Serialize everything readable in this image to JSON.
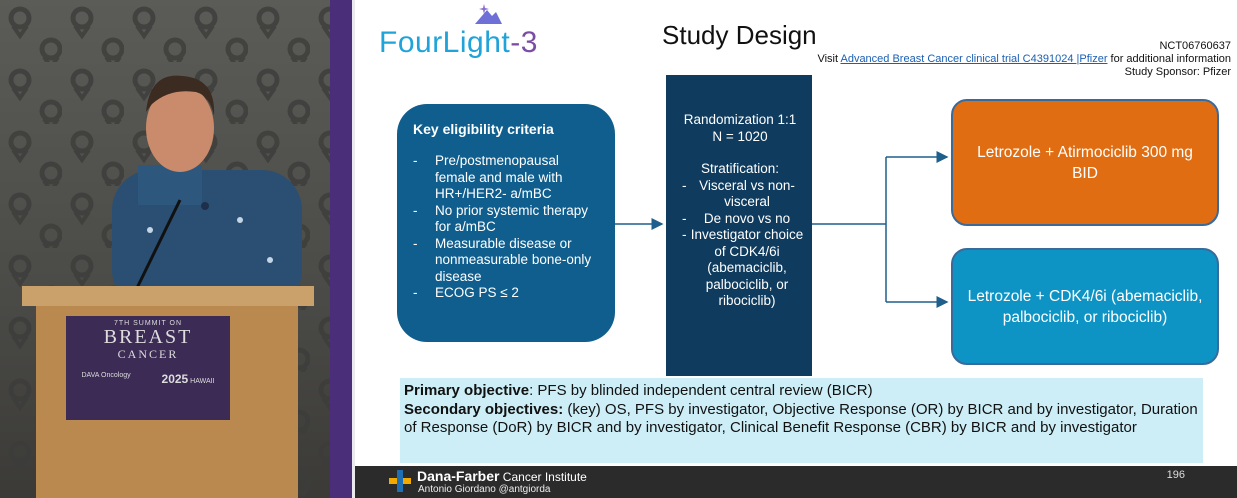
{
  "slide": {
    "logo_text": "FourLight",
    "logo_num": "-3",
    "title": "Study Design",
    "nct": "NCT06760637",
    "visit_prefix": "Visit ",
    "visit_link": "Advanced Breast Cancer clinical trial C4391024 |Pfizer",
    "visit_suffix": " for additional information",
    "sponsor": "Study Sponsor: Pfizer",
    "eligibility": {
      "heading": "Key eligibility criteria",
      "items": [
        "Pre/postmenopausal female and male with HR+/HER2- a/mBC",
        "No prior systemic therapy for a/mBC",
        "Measurable disease or nonmeasurable bone-only disease",
        "ECOG PS ≤ 2"
      ]
    },
    "randomization": {
      "line1": "Randomization 1:1",
      "line2": "N = 1020",
      "strat_heading": "Stratification:",
      "items": [
        "Visceral vs non-visceral",
        "De novo vs no",
        "Investigator choice of CDK4/6i (abemaciclib, palbociclib, or ribociclib)"
      ]
    },
    "arm_a": "Letrozole + Atirmociclib 300 mg BID",
    "arm_b": "Letrozole + CDK4/6i (abemaciclib, palbociclib, or ribociclib)",
    "objectives": {
      "primary_label": "Primary objective",
      "primary_text": ": PFS by blinded independent central review (BICR)",
      "secondary_label": "Secondary objectives:",
      "secondary_text": " (key) OS, PFS by investigator, Objective Response (OR) by BICR and by investigator, Duration of Response (DoR) by BICR and by investigator, Clinical Benefit Response (CBR) by BICR and by investigator"
    },
    "colors": {
      "eligibility_box": "#0f5e8d",
      "randomization_box": "#0e3b5e",
      "arm_a": "#e06d12",
      "arm_b": "#0d93c4",
      "objectives_bg": "#cdeef7"
    }
  },
  "footer": {
    "institute_bold": "Dana-Farber",
    "institute_rest": " Cancer Institute",
    "author": "Antonio Giordano @antgiorda",
    "page_number": "196"
  },
  "camera": {
    "podium_line1": "7TH SUMMIT ON",
    "podium_line2": "BREAST",
    "podium_line3": "CANCER",
    "podium_brand": "DAVA Oncology",
    "podium_year": "2025",
    "podium_place": "HAWAII"
  }
}
